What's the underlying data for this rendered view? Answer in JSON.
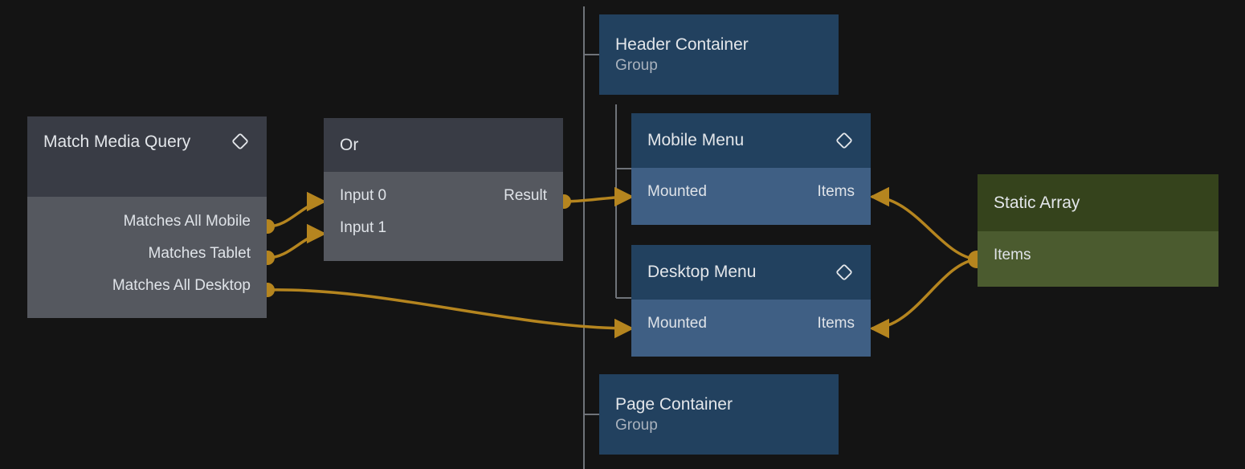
{
  "canvas": {
    "background": "#141414",
    "edge_color": "#b5851f",
    "tree_line_color": "#6f7379"
  },
  "nodes": [
    {
      "id": "match-media",
      "title": "Match Media Query",
      "kind": "node",
      "header_color": "#393c45",
      "body_color": "#55585f",
      "has_diamond": true,
      "outputs": [
        "Matches All Mobile",
        "Matches Tablet",
        "Matches All Desktop"
      ],
      "inputs": []
    },
    {
      "id": "or",
      "title": "Or",
      "kind": "node",
      "header_color": "#393c45",
      "body_color": "#55585f",
      "has_diamond": false,
      "inputs": [
        "Input 0",
        "Input 1"
      ],
      "outputs": [
        "Result"
      ]
    },
    {
      "id": "header-container",
      "title": "Header Container",
      "subtitle": "Group",
      "kind": "group",
      "color": "#22415f"
    },
    {
      "id": "mobile-menu",
      "title": "Mobile Menu",
      "kind": "node",
      "header_color": "#22415f",
      "body_color": "#3f5f84",
      "has_diamond": true,
      "inputs": [
        "Mounted"
      ],
      "outputs": [
        "Items"
      ]
    },
    {
      "id": "desktop-menu",
      "title": "Desktop Menu",
      "kind": "node",
      "header_color": "#22415f",
      "body_color": "#3f5f84",
      "has_diamond": true,
      "inputs": [
        "Mounted"
      ],
      "outputs": [
        "Items"
      ]
    },
    {
      "id": "page-container",
      "title": "Page Container",
      "subtitle": "Group",
      "kind": "group",
      "color": "#22415f"
    },
    {
      "id": "static-array",
      "title": "Static Array",
      "kind": "node",
      "header_color": "#35431c",
      "body_color": "#4b5b2f",
      "has_diamond": false,
      "outputs": [
        "Items"
      ],
      "inputs": []
    }
  ],
  "labels": {
    "match_media_title": "Match Media Query",
    "match_media_out_0": "Matches All Mobile",
    "match_media_out_1": "Matches Tablet",
    "match_media_out_2": "Matches All Desktop",
    "or_title": "Or",
    "or_in_0": "Input 0",
    "or_in_1": "Input 1",
    "or_out_0": "Result",
    "header_container_title": "Header Container",
    "header_container_subtitle": "Group",
    "mobile_menu_title": "Mobile Menu",
    "mobile_menu_in_0": "Mounted",
    "mobile_menu_out_0": "Items",
    "desktop_menu_title": "Desktop Menu",
    "desktop_menu_in_0": "Mounted",
    "desktop_menu_out_0": "Items",
    "page_container_title": "Page Container",
    "page_container_subtitle": "Group",
    "static_array_title": "Static Array",
    "static_array_out_0": "Items"
  },
  "edges": [
    {
      "from": "match-media.Matches All Mobile",
      "to": "or.Input 0"
    },
    {
      "from": "match-media.Matches Tablet",
      "to": "or.Input 1"
    },
    {
      "from": "match-media.Matches All Desktop",
      "to": "desktop-menu.Mounted"
    },
    {
      "from": "or.Result",
      "to": "mobile-menu.Mounted"
    },
    {
      "from": "static-array.Items",
      "to": "mobile-menu.Items"
    },
    {
      "from": "static-array.Items",
      "to": "desktop-menu.Items"
    }
  ]
}
